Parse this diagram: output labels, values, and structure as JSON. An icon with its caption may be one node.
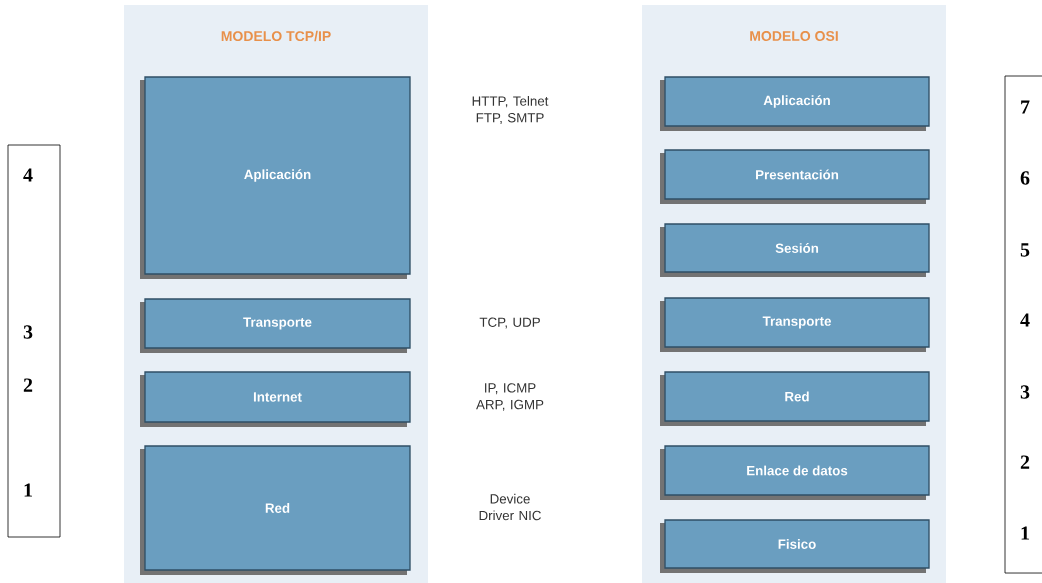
{
  "diagram": {
    "nodes": [
      {
        "text": [
          "4",
          "3",
          "2",
          "1"
        ]
      },
      {
        "text": [
          "MODELO TCP/IP"
        ]
      },
      {
        "text": [
          "Aplicación"
        ],
        "in": 1
      },
      {
        "text": [
          "Transporte"
        ],
        "in": 1
      },
      {
        "text": [
          "Internet"
        ],
        "in": 1
      },
      {
        "text": [
          "Red"
        ],
        "in": 1
      },
      {
        "text": [
          "MODELO OSI"
        ]
      },
      {
        "text": [
          "Aplicación"
        ],
        "in": 6
      },
      {
        "text": [
          "Presentación"
        ],
        "in": 6
      },
      {
        "text": [
          "Sesión"
        ],
        "in": 6
      },
      {
        "text": [
          "Transporte"
        ],
        "in": 6
      },
      {
        "text": [
          "Red"
        ],
        "in": 6
      },
      {
        "text": [
          "Enlace de datos"
        ],
        "in": 6
      },
      {
        "text": [
          "Fisico"
        ],
        "in": 6
      },
      {
        "text": [
          "7",
          "6",
          "5",
          "4",
          "3",
          "2",
          "1"
        ]
      }
    ],
    "labels": [
      "HTTP, Telnet FTP, SMTP",
      "TCP, UDP",
      "IP, ICMP ARP, IGMP",
      "Device Driver NIC"
    ]
  }
}
